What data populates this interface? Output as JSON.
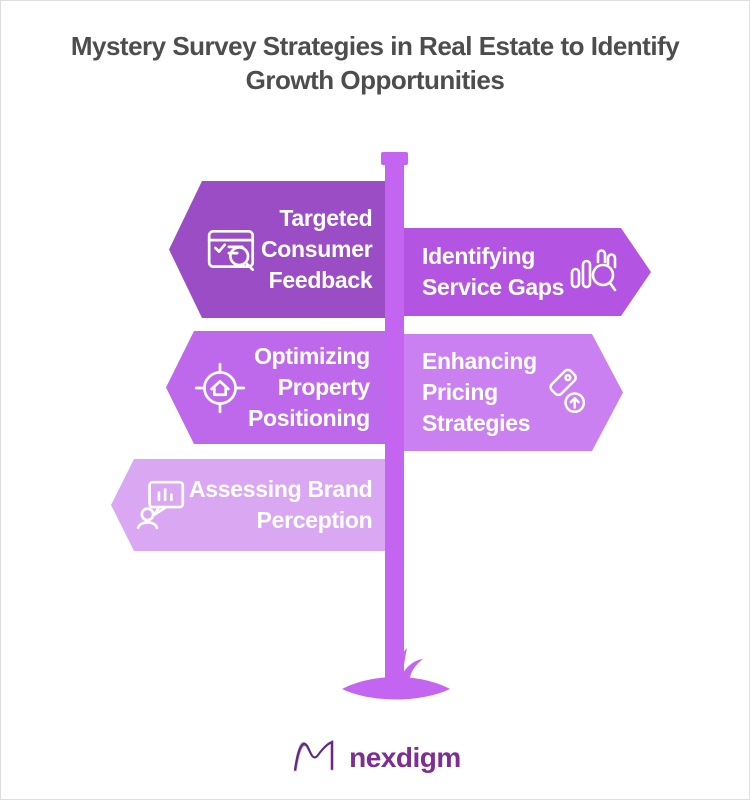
{
  "title_lines": [
    "Mystery Survey Strategies in Real Estate to Identify",
    "Growth Opportunities"
  ],
  "banners": [
    {
      "id": "targeted-consumer-feedback",
      "side": "left",
      "color": "#9A4DC4",
      "lines": [
        "Targeted",
        "Consumer",
        "Feedback"
      ],
      "icon": "survey-search-icon"
    },
    {
      "id": "identifying-service-gaps",
      "side": "right",
      "color": "#B355E2",
      "lines": [
        "Identifying",
        "Service Gaps"
      ],
      "icon": "chart-search-icon"
    },
    {
      "id": "optimizing-property-positioning",
      "side": "left",
      "color": "#BE69EC",
      "lines": [
        "Optimizing",
        "Property",
        "Positioning"
      ],
      "icon": "house-target-icon"
    },
    {
      "id": "enhancing-pricing-strategies",
      "side": "right",
      "color": "#CA80F0",
      "lines": [
        "Enhancing",
        "Pricing",
        "Strategies"
      ],
      "icon": "price-tag-up-icon"
    },
    {
      "id": "assessing-brand-perception",
      "side": "left",
      "color": "#DAA7F3",
      "lines": [
        "Assessing Brand",
        "Perception"
      ],
      "icon": "person-speech-icon"
    }
  ],
  "logo": {
    "text": "nexdigm"
  },
  "palette": {
    "pole": "#C465F1",
    "title_text": "#4D4D4D",
    "banner_text": "#FFFFFF",
    "logo_text": "#7E2D92",
    "logo_mark_purple": "#5C2A85",
    "logo_mark_magenta": "#C6439B",
    "logo_mark_gray": "#B8B8C0"
  }
}
